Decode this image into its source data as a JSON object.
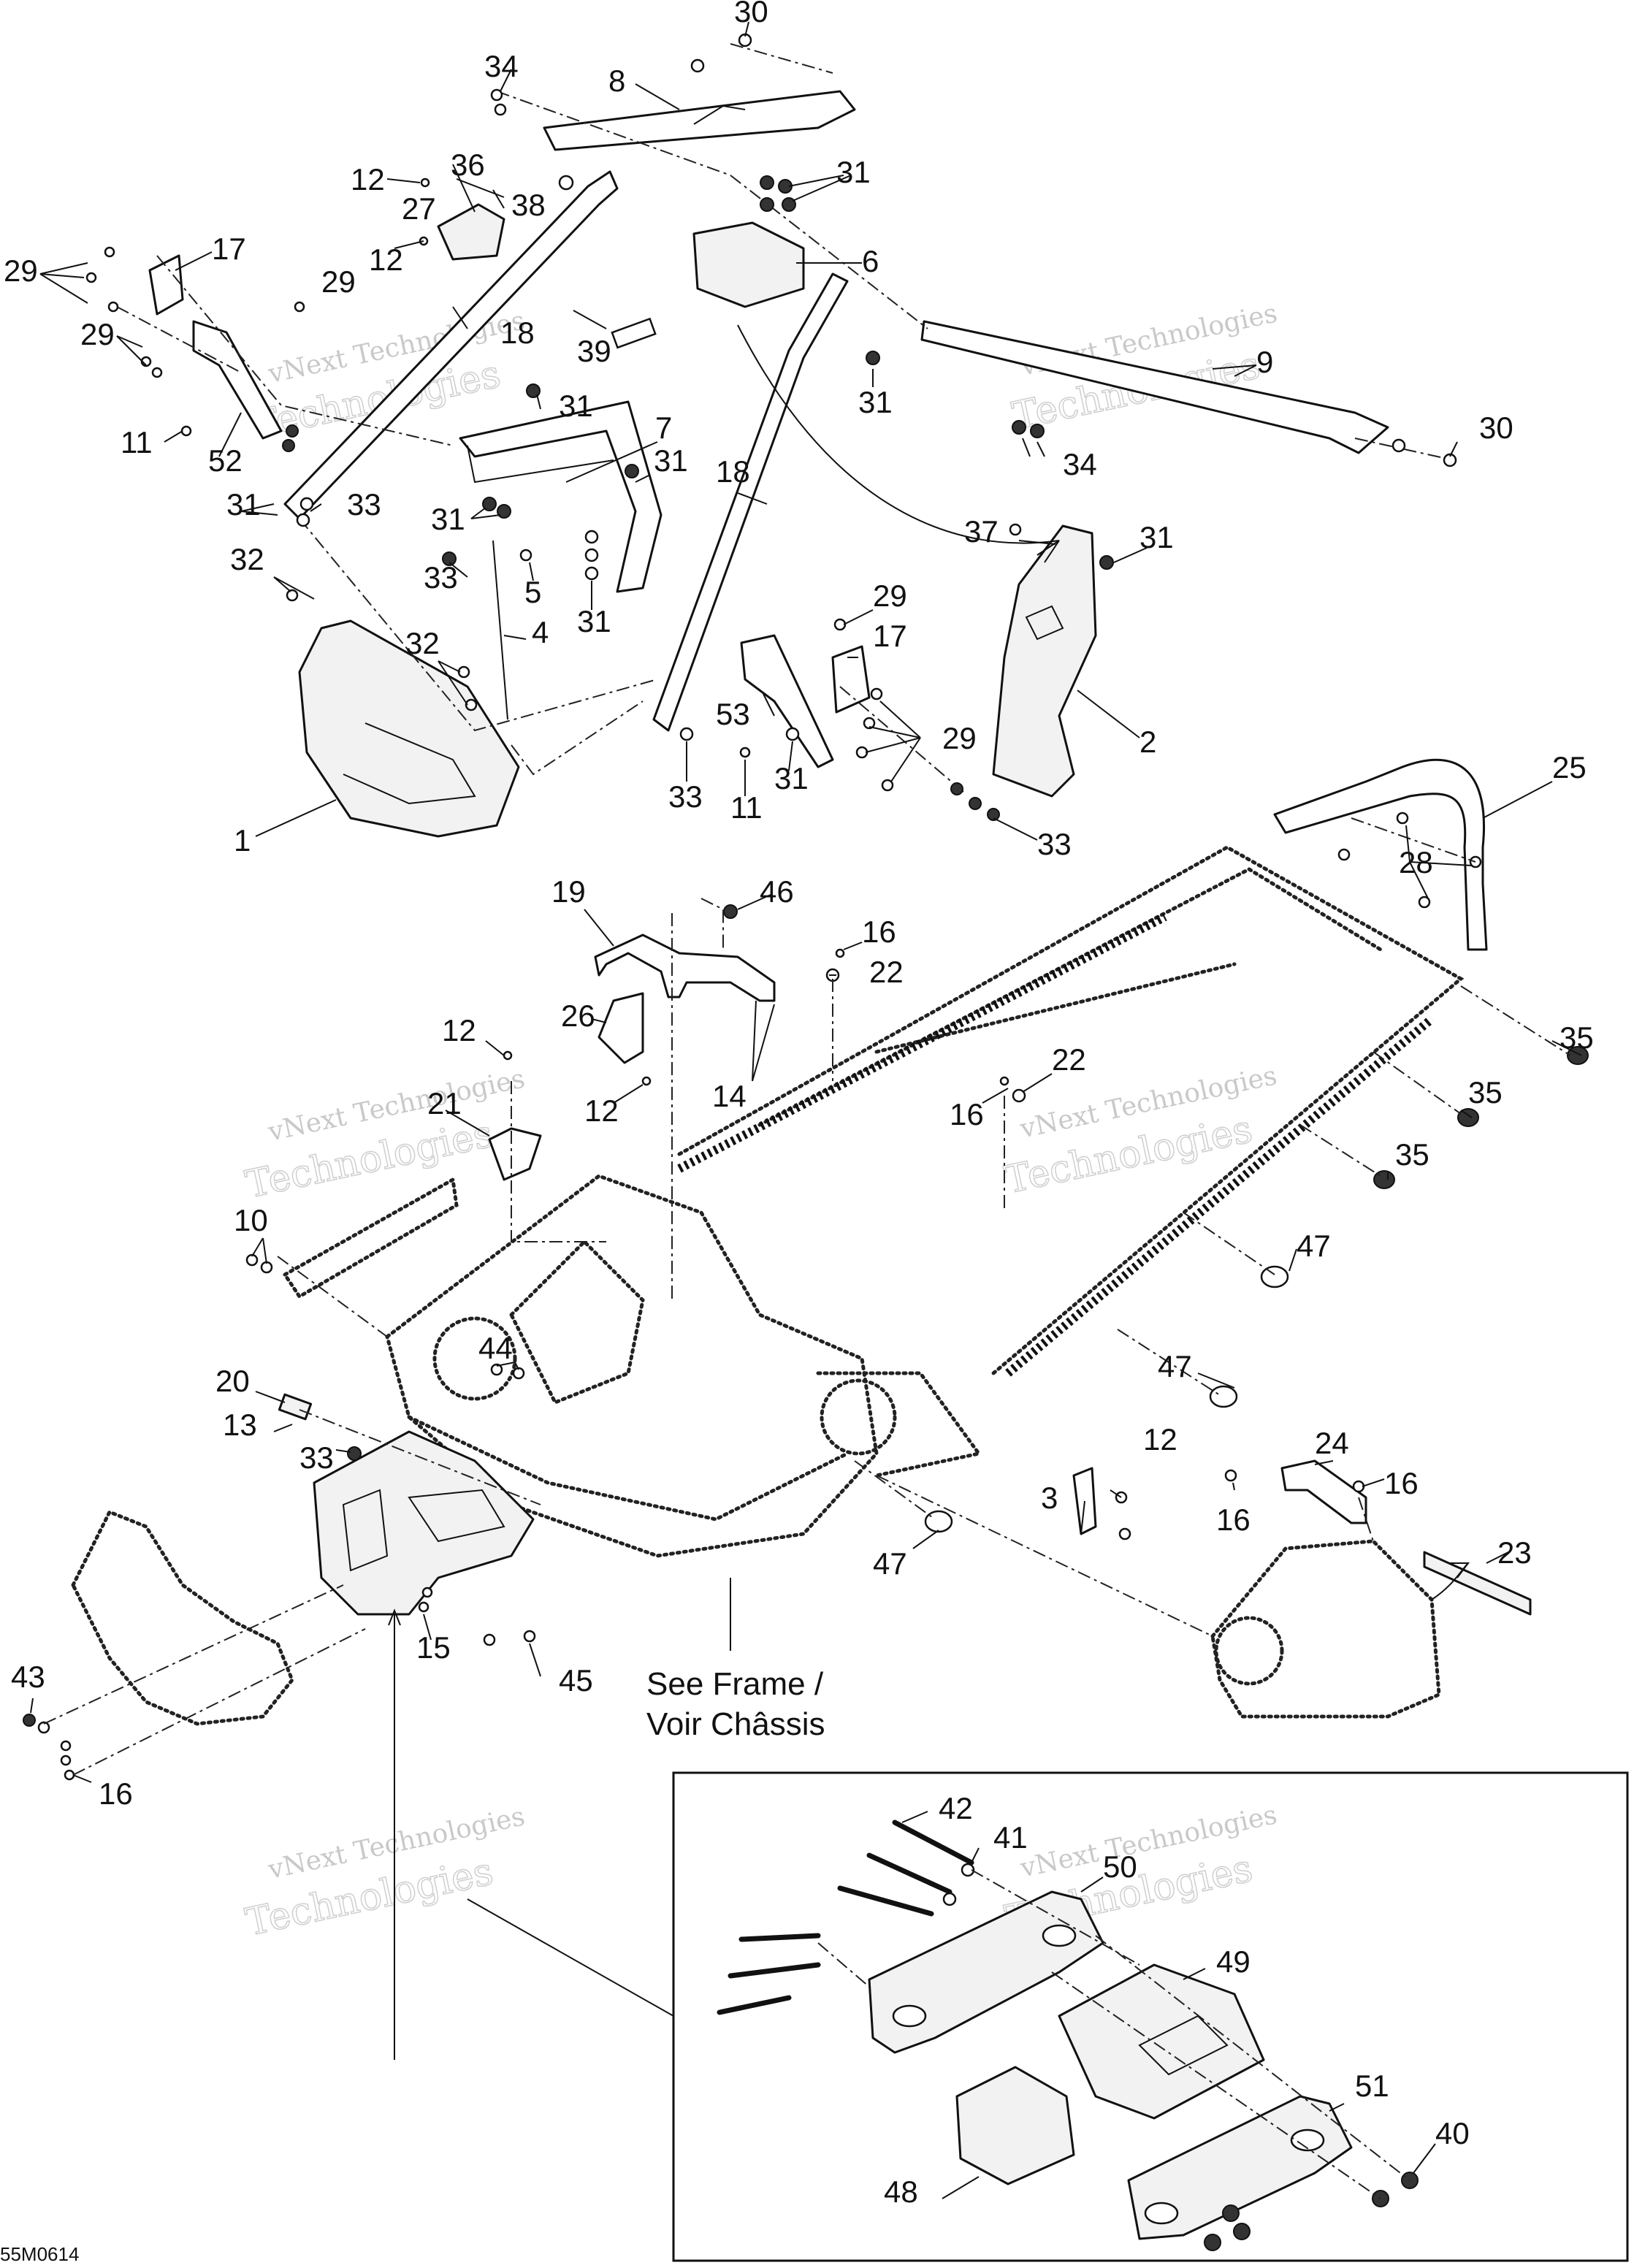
{
  "diagram": {
    "drawing_code": "55M0614",
    "reference_note": {
      "line1": "See Frame /",
      "line2": "Voir Châssis"
    },
    "watermark": {
      "line1": "vNext Technologies",
      "line2": "Technologies"
    },
    "callouts": [
      "30",
      "34",
      "8",
      "36",
      "12",
      "27",
      "38",
      "31",
      "6",
      "17",
      "29",
      "12",
      "29",
      "18",
      "39",
      "31",
      "9",
      "29",
      "11",
      "52",
      "31",
      "7",
      "31",
      "34",
      "30",
      "31",
      "33",
      "18",
      "31",
      "37",
      "31",
      "33",
      "5",
      "31",
      "29",
      "32",
      "4",
      "17",
      "32",
      "53",
      "29",
      "2",
      "1",
      "33",
      "11",
      "31",
      "33",
      "25",
      "28",
      "19",
      "46",
      "16",
      "22",
      "26",
      "12",
      "14",
      "35",
      "22",
      "21",
      "12",
      "16",
      "35",
      "35",
      "10",
      "47",
      "44",
      "47",
      "20",
      "13",
      "33",
      "3",
      "12",
      "24",
      "16",
      "16",
      "23",
      "47",
      "15",
      "45",
      "43",
      "16",
      "42",
      "41",
      "50",
      "49",
      "51",
      "40",
      "48"
    ]
  }
}
